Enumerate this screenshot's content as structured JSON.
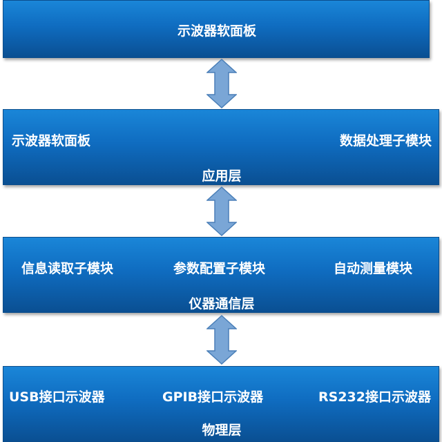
{
  "top_block": {
    "title": "示波器软面板"
  },
  "application_layer": {
    "left_item": "示波器软面板",
    "right_item": "数据处理子模块",
    "layer_label": "应用层"
  },
  "communication_layer": {
    "items": [
      "信息读取子模块",
      "参数配置子模块",
      "自动测量模块"
    ],
    "layer_label": "仪器通信层"
  },
  "physical_layer": {
    "items": [
      "USB接口示波器",
      "GPIB接口示波器",
      "RS232接口示波器"
    ],
    "layer_label": "物理层"
  },
  "colors": {
    "block_top": "#1a86d8",
    "block_bottom": "#0a4f92",
    "arrow_fill": "#7aa6d6",
    "arrow_stroke": "#4a7fb8"
  }
}
